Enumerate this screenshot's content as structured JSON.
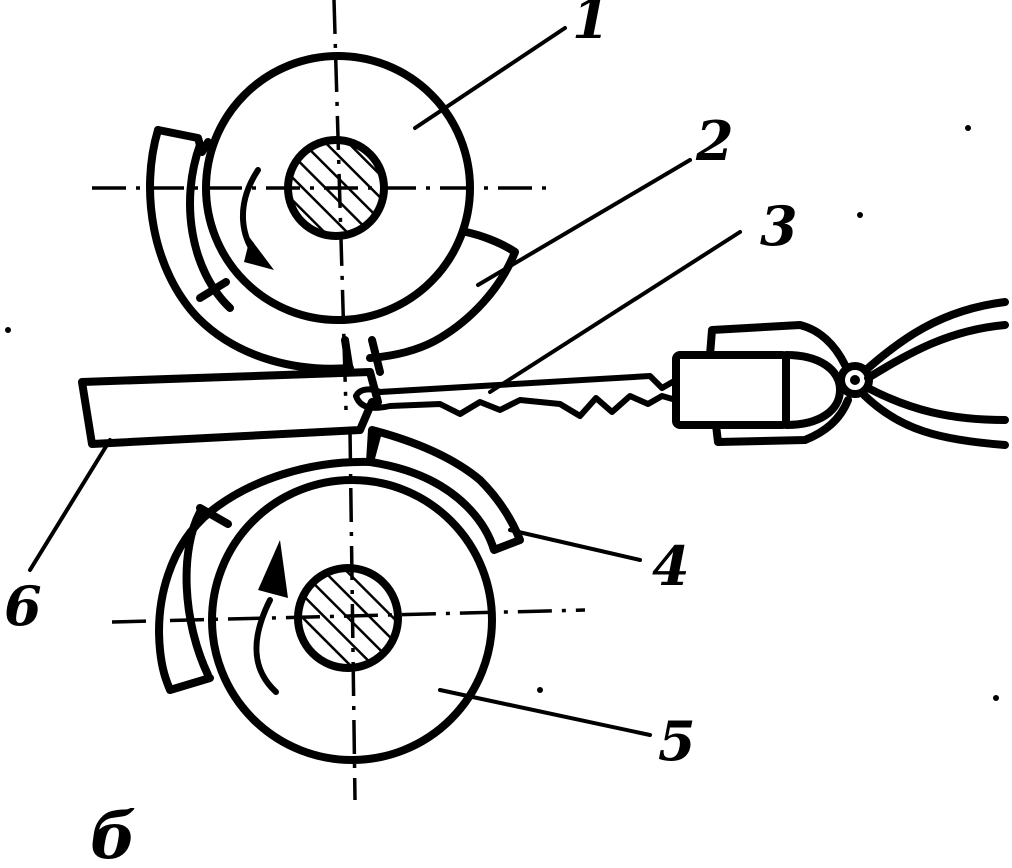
{
  "labels": {
    "roll_top": "1",
    "guide_top": "2",
    "sensor": "3",
    "guide_bottom": "4",
    "roll_bottom": "5",
    "workpiece": "6",
    "caption": "б"
  }
}
